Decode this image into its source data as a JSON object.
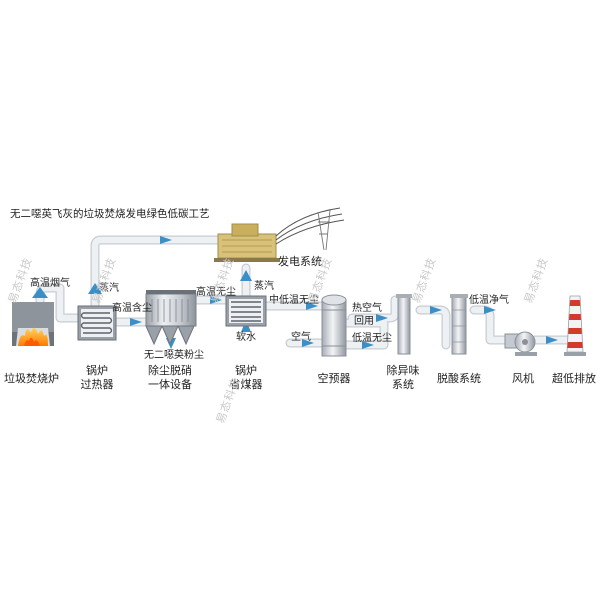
{
  "title": "无二噁英飞灰的垃圾焚烧发电绿色低碳工艺",
  "equipment": {
    "incinerator": "垃圾焚烧炉",
    "superheater_l1": "锅炉",
    "superheater_l2": "过热器",
    "dust_l1": "除尘脱硝",
    "dust_l2": "一体设备",
    "economizer_l1": "锅炉",
    "economizer_l2": "省煤器",
    "power": "发电系统",
    "preheater": "空预器",
    "deodor_l1": "除异味",
    "deodor_l2": "系统",
    "deacid": "脱酸系统",
    "fan": "风机",
    "stack": "超低排放"
  },
  "streams": {
    "hot_flue": "高温烟气",
    "steam1": "蒸汽",
    "hot_dusty": "高温含尘",
    "hot_clean": "高温无尘",
    "steam2": "蒸汽",
    "dioxin_free_ash": "无二噁英粉尘",
    "mid_low_clean": "中低温无尘",
    "soft_water": "软水",
    "air": "空气",
    "hot_air": "热空气",
    "return": "回用",
    "low_clean": "低温无尘",
    "low_clean_gas": "低温净气"
  },
  "watermark": "易态科技",
  "colors": {
    "pipe": "#eef1f4",
    "pipe_edge": "#c7ccd3",
    "arrow": "#3a8fc7",
    "flame": "#f39a1c"
  }
}
